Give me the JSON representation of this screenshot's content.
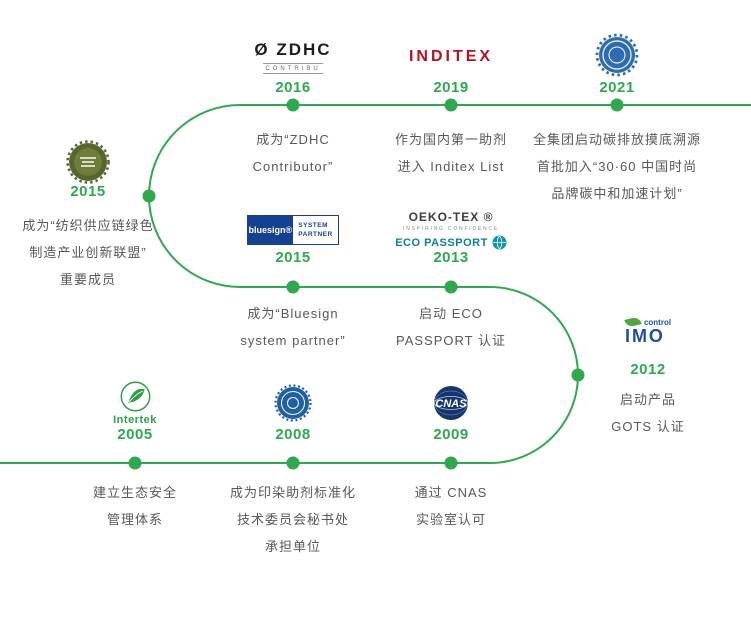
{
  "page": {
    "background": "#ffffff"
  },
  "colors": {
    "accent_green": "#2fa84f",
    "body_text": "#595757",
    "inditex_red": "#b5121f",
    "bluesign_blue": "#164193",
    "oeko_teal": "#0d7f95",
    "imo_blue": "#1e4e9c",
    "cnas_navy": "#15356e",
    "badge_blue": "#2d6cb5",
    "olive_badge": "#57652e"
  },
  "milestones": {
    "y2005": {
      "year": "2005",
      "lines": [
        "建立生态安全",
        "管理体系"
      ]
    },
    "y2008": {
      "year": "2008",
      "lines": [
        "成为印染助剂标准化",
        "技术委员会秘书处",
        "承担单位"
      ]
    },
    "y2009": {
      "year": "2009",
      "lines": [
        "通过 CNAS",
        "实验室认可"
      ]
    },
    "y2012": {
      "year": "2012",
      "lines": [
        "启动产品",
        "GOTS 认证"
      ]
    },
    "y2013": {
      "year": "2013",
      "lines": [
        "启动 ECO",
        "PASSPORT 认证"
      ]
    },
    "y2015_mid": {
      "year": "2015",
      "lines": [
        "成为“Bluesign",
        "system partner”"
      ]
    },
    "y2015_left": {
      "year": "2015",
      "lines": [
        "成为“纺织供应链绿色",
        "制造产业创新联盟”",
        "重要成员"
      ]
    },
    "y2016": {
      "year": "2016",
      "lines": [
        "成为“ZDHC",
        "Contributor”"
      ]
    },
    "y2019": {
      "year": "2019",
      "lines": [
        "作为国内第一助剂",
        "进入 Inditex List"
      ]
    },
    "y2021": {
      "year": "2021",
      "lines": [
        "全集团启动碳排放摸底溯源",
        "首批加入“30·60 中国时尚",
        "品牌碳中和加速计划”"
      ]
    }
  },
  "logos": {
    "zdhc": {
      "name": "Ø ZDHC",
      "sub": "CONTRIBU"
    },
    "inditex": {
      "name": "INDITEX"
    },
    "bluesign": {
      "name": "bluesign®",
      "side1": "SYSTEM",
      "side2": "PARTNER"
    },
    "oekotex": {
      "brand": "OEKO-TEX ®",
      "tagline": "INSPIRING CONFIDENCE",
      "product": "ECO PASSPORT"
    },
    "imo": {
      "control": "control",
      "name": "IMO"
    },
    "intertek": {
      "name": "Intertek"
    },
    "cnas": {
      "name": "CNAS"
    }
  }
}
